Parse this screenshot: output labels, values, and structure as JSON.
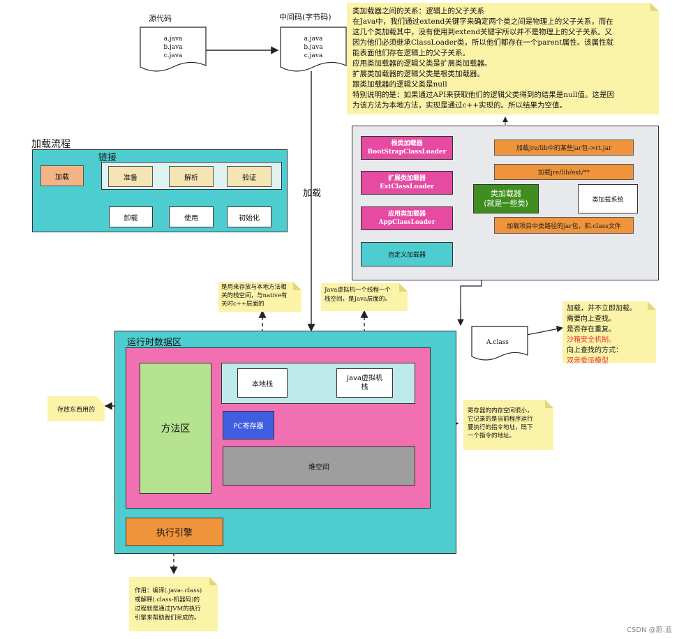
{
  "source": {
    "title": "源代码",
    "files": [
      "a.java",
      "b.java",
      "c.java"
    ]
  },
  "bytecode": {
    "title": "中间码(字节码)",
    "files": [
      "a.java",
      "b.java",
      "c.java"
    ]
  },
  "top_note": {
    "lines": [
      "类加载器之间的关系：逻辑上的父子关系",
      "在Java中，我们通过extend关键字来确定两个类之间是物理上的父子关系，而在",
      "这几个类加载其中，没有使用到extend关键字所以并不是物理上的父子关系。又",
      "因为他们必须继承ClassLoader类，所以他们都存在一个parent属性。该属性就",
      "能表面他们存在逻辑上的父子关系。",
      "应用类加载器的逻辑父类是扩展类加载器。",
      "扩展类加载器的逻辑父类是根类加载器。",
      "跟类加载器的逻辑父类是null",
      "特别说明的是：如果通过API来获取他们的逻辑父类得到的结果是null值。这是因",
      "为该方法为本地方法，实现是通过c++实现的。所以结果为空值。"
    ]
  },
  "load_flow": {
    "title": "加载流程",
    "link_title": "链接",
    "load": "加载",
    "prepare": "准备",
    "resolve": "解析",
    "verify": "验证",
    "unload": "卸载",
    "use": "使用",
    "init": "初始化"
  },
  "arrow_load_label": "加载",
  "classloaders": {
    "bootstrap": [
      "根类加载器",
      "BootStrapClassLoader"
    ],
    "ext": [
      "扩展类加载器",
      "ExtClassLoader"
    ],
    "app": [
      "应用类加载器",
      "AppClassLoader"
    ],
    "custom": "自定义加载器",
    "loader": [
      "类加载器",
      "(就是一些类)"
    ],
    "system": "类加载系统",
    "bootstrap_desc": "加载jre/lib中的某些jar包->rt.jar",
    "ext_desc": "加载jre/lib/ext/**",
    "app_desc": "加载项目中类路径的jar包，和.class文件"
  },
  "aclass": "A.class",
  "aclass_note": {
    "lines": [
      "加载，并不立即加载。",
      "需要向上查找。",
      "是否存在重复。"
    ],
    "red1": "沙箱安全机制。",
    "line4": "向上查找的方式：",
    "red2": "双亲委派模型"
  },
  "native_note": [
    "是用来存放与本地方法相",
    "关的栈空间，与native有",
    "关时c++层面的"
  ],
  "java_stack_note": [
    "Java虚拟机一个线程一个",
    "栈空间，是Java层面的。"
  ],
  "runtime": {
    "title": "运行时数据区",
    "method_area": "方法区",
    "native_stack": "本地栈",
    "java_stack": [
      "Java虚拟机",
      "栈"
    ],
    "pc": "PC寄存器",
    "heap": "堆空间",
    "engine": "执行引擎"
  },
  "method_note": "存放东西用的",
  "pc_note": [
    "寄存器的内存空间很小，",
    "它记录的是当前程序运行",
    "要执行的指令地址，既下",
    "一个指令的地址。"
  ],
  "engine_note": [
    "作用：编译(.java-.class)",
    "或解释(.class-机器码)的",
    "过程就是通过JVM的执行",
    "引擎来帮助我们完成的。"
  ],
  "watermark": "CSDN @蔚.蓝",
  "colors": {
    "teal": "#4ecdd0",
    "pink": "#f070b2",
    "pink_dark": "#e74aa2",
    "green_light": "#b5e38f",
    "green_dark": "#3f8e1f",
    "orange": "#f0943b",
    "note_yellow": "#fbf3a8",
    "gray_panel": "#e7e9ec",
    "heap_gray": "#9e9e9e",
    "pc_blue": "#3f5fe0"
  }
}
